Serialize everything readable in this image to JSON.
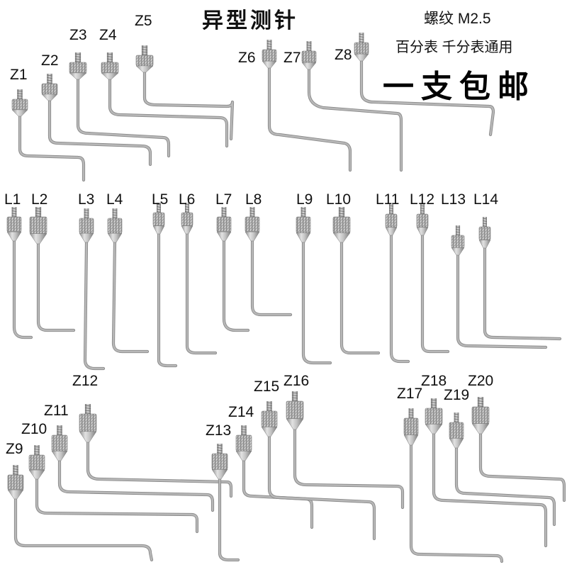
{
  "title": "异型测针",
  "thread_spec": "螺纹 M2.5",
  "compat": "百分表 千分表通用",
  "promo": "一支包邮",
  "colors": {
    "steel": "#b8b8b8",
    "steel_dark": "#8a8a8a",
    "text": "#111111",
    "background": "#ffffff"
  },
  "probes": [
    "Z1",
    "Z2",
    "Z3",
    "Z4",
    "Z5",
    "Z6",
    "Z7",
    "Z8",
    "L1",
    "L2",
    "L3",
    "L4",
    "L5",
    "L6",
    "L7",
    "L8",
    "L9",
    "L10",
    "L11",
    "L12",
    "L13",
    "L14",
    "Z9",
    "Z10",
    "Z11",
    "Z12",
    "Z13",
    "Z14",
    "Z15",
    "Z16",
    "Z17",
    "Z18",
    "Z19",
    "Z20"
  ]
}
